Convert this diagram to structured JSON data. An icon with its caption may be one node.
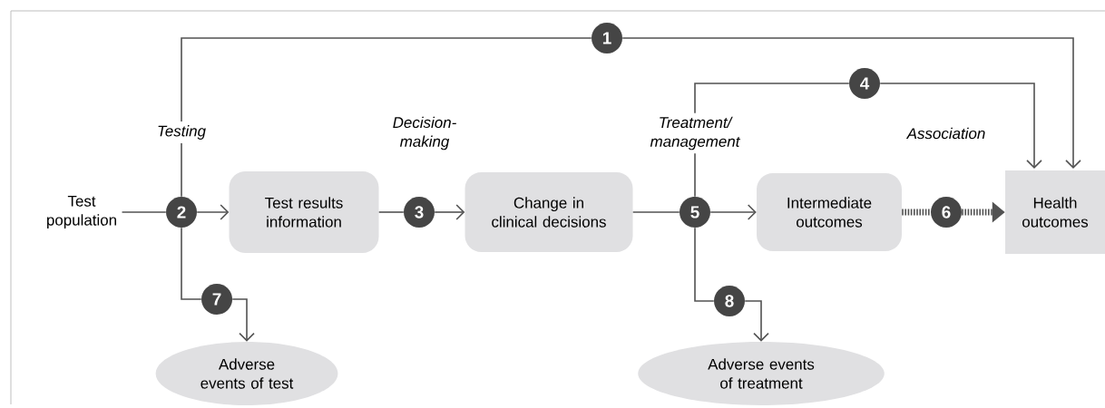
{
  "diagram": {
    "nodes": [
      {
        "text": [
          "1"
        ]
      },
      {
        "text": [
          "4"
        ]
      },
      {
        "text": [
          "Test population"
        ]
      },
      {
        "text": [
          "2"
        ]
      },
      {
        "text": [
          "Test results information"
        ]
      },
      {
        "text": [
          "3"
        ]
      },
      {
        "text": [
          "Change in clinical decisions"
        ]
      },
      {
        "text": [
          "5"
        ]
      },
      {
        "text": [
          "Intermediate outcomes"
        ]
      },
      {
        "text": [
          "6"
        ]
      },
      {
        "text": [
          "Health outcomes"
        ]
      },
      {
        "text": [
          "7"
        ]
      },
      {
        "text": [
          "8"
        ]
      },
      {
        "text": [
          "Adverse events of test"
        ]
      },
      {
        "text": [
          "Adverse events of treatment"
        ]
      }
    ],
    "edges": [
      {
        "from": 2,
        "to": 3,
        "arrow": "none"
      },
      {
        "from": 3,
        "to": 4,
        "arrow": "to"
      },
      {
        "from": 4,
        "to": 5,
        "arrow": "none"
      },
      {
        "from": 5,
        "to": 6,
        "arrow": "to"
      },
      {
        "from": 6,
        "to": 7,
        "arrow": "none"
      },
      {
        "from": 7,
        "to": 8,
        "arrow": "to"
      },
      {
        "from": 8,
        "to": 9,
        "arrow": "none",
        "style": "dashed"
      },
      {
        "from": 9,
        "to": 10,
        "arrow": "to",
        "style": "dashed"
      },
      {
        "from": 3,
        "to": 0,
        "arrow": "none"
      },
      {
        "from": 0,
        "to": 10,
        "arrow": "to"
      },
      {
        "from": 7,
        "to": 1,
        "arrow": "none"
      },
      {
        "from": 1,
        "to": 10,
        "arrow": "to"
      },
      {
        "from": 3,
        "to": 11,
        "arrow": "none"
      },
      {
        "from": 11,
        "to": 13,
        "arrow": "to"
      },
      {
        "from": 7,
        "to": 12,
        "arrow": "none"
      },
      {
        "from": 12,
        "to": 14,
        "arrow": "to"
      }
    ],
    "labels": [
      "Testing",
      "Decision-making",
      "Treatment/ management",
      "Association"
    ]
  }
}
